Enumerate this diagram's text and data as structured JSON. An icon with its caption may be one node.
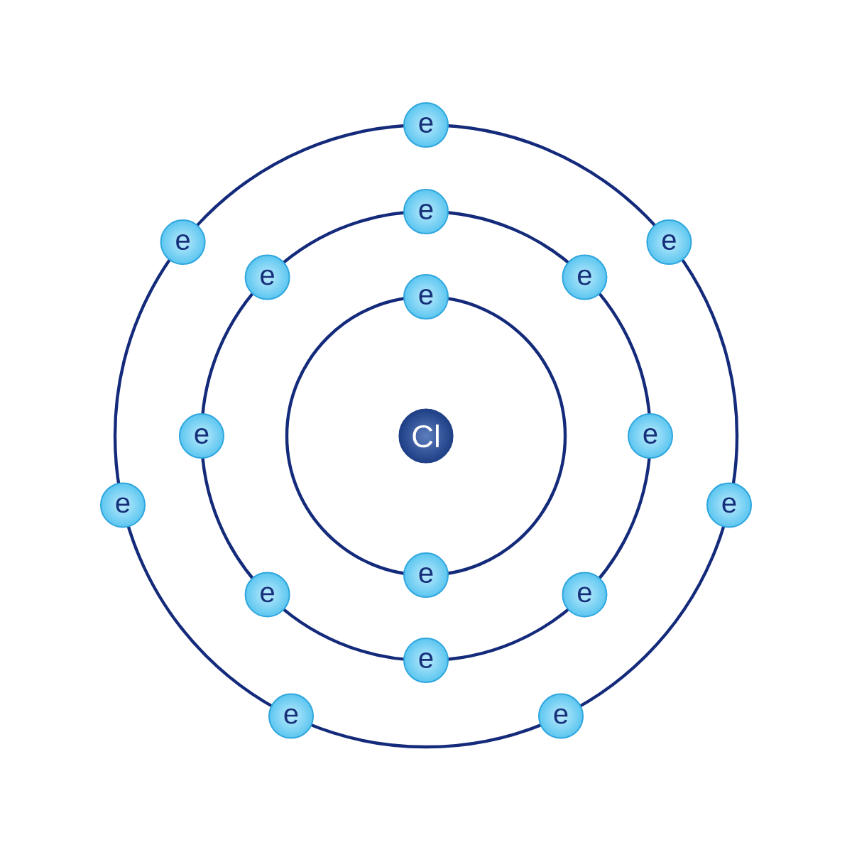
{
  "diagram": {
    "nodes": [
      {
        "text": [
          "Cl"
        ]
      },
      {
        "text": [
          "e"
        ]
      },
      {
        "text": [
          "e"
        ]
      },
      {
        "text": [
          "e"
        ]
      },
      {
        "text": [
          "e"
        ]
      },
      {
        "text": [
          "e"
        ]
      },
      {
        "text": [
          "e"
        ]
      },
      {
        "text": [
          "e"
        ]
      },
      {
        "text": [
          "e"
        ]
      },
      {
        "text": [
          "e"
        ]
      },
      {
        "text": [
          "e"
        ]
      },
      {
        "text": [
          "e"
        ]
      },
      {
        "text": [
          "e"
        ]
      },
      {
        "text": [
          "e"
        ]
      },
      {
        "text": [
          "e"
        ]
      },
      {
        "text": [
          "e"
        ]
      },
      {
        "text": [
          "e"
        ]
      },
      {
        "text": [
          "e"
        ]
      }
    ]
  }
}
